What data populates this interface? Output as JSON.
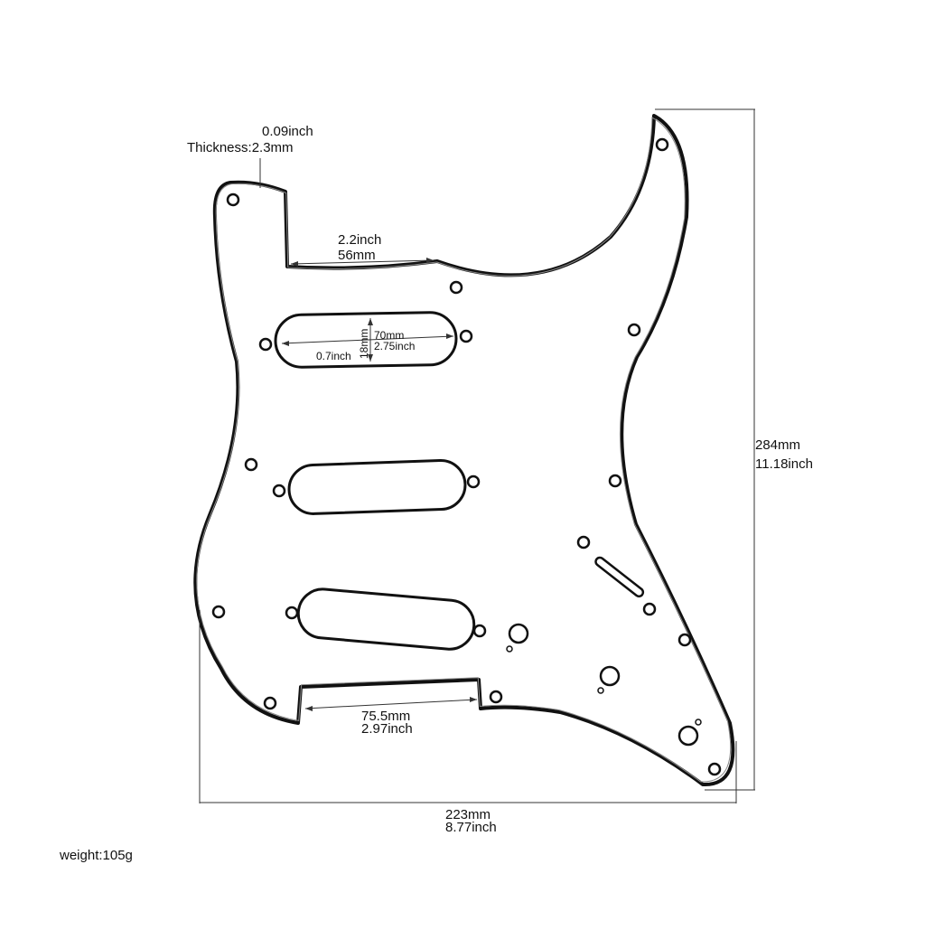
{
  "diagram": {
    "colors": {
      "outline": "#111111",
      "fill": "#ffffff",
      "text": "#111111",
      "dimension_line": "#333333"
    },
    "labels": {
      "thickness_inch": "0.09inch",
      "thickness_mm": "Thickness:2.3mm",
      "top_width_inch": "2.2inch",
      "top_width_mm": "56mm",
      "pickup_length_mm": "70mm",
      "pickup_length_inch": "2.75inch",
      "pickup_width_mm": "18mm",
      "pickup_width_inch": "0.7inch",
      "bottom_cut_mm": "75.5mm",
      "bottom_cut_inch": "2.97inch",
      "height_mm": "284mm",
      "height_inch": "11.18inch",
      "width_mm": "223mm",
      "width_inch": "8.77inch",
      "weight": "weight:105g"
    }
  }
}
